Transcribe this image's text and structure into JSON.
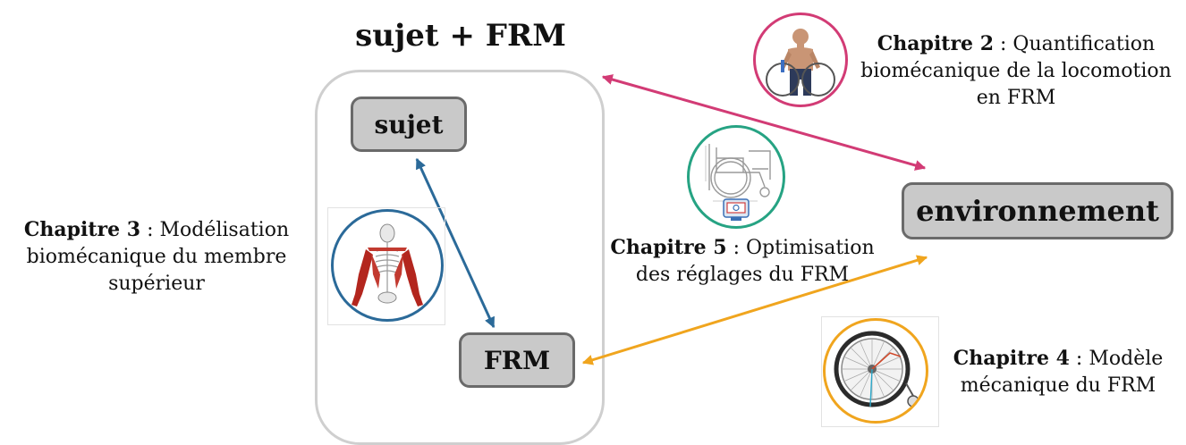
{
  "group": {
    "title": "sujet + FRM"
  },
  "nodes": {
    "sujet": "sujet",
    "frm": "FRM",
    "environnement": "environnement"
  },
  "captions": {
    "ch2": {
      "chapter": "Chapitre 2",
      "sep": " : ",
      "line1": "Quantification",
      "line2": "biomécanique de la locomotion",
      "line3": "en FRM"
    },
    "ch3": {
      "chapter": "Chapitre 3",
      "sep": " : ",
      "line1": "Modélisation",
      "line2": "biomécanique du membre",
      "line3": "supérieur"
    },
    "ch5": {
      "chapter": "Chapitre 5",
      "sep": " : ",
      "line1": "Optimisation",
      "line2": "des réglages du FRM"
    },
    "ch4": {
      "chapter": "Chapitre 4",
      "sep": " : ",
      "line1": "Modèle",
      "line2": "mécanique du FRM"
    }
  },
  "colors": {
    "ch2": "#d23b75",
    "ch3": "#2b6a99",
    "ch4": "#f0a51e",
    "ch5": "#26a383",
    "node_fill": "#c9c9c9",
    "node_border": "#6a6a6a",
    "group_border": "#cfcfcf"
  },
  "icons": {
    "ch2": "wheelchair-user-photo-icon",
    "ch3": "upper-limb-skeleton-icon",
    "ch4": "wheel-mechanics-icon",
    "ch5": "wheelchair-schematic-icon"
  }
}
